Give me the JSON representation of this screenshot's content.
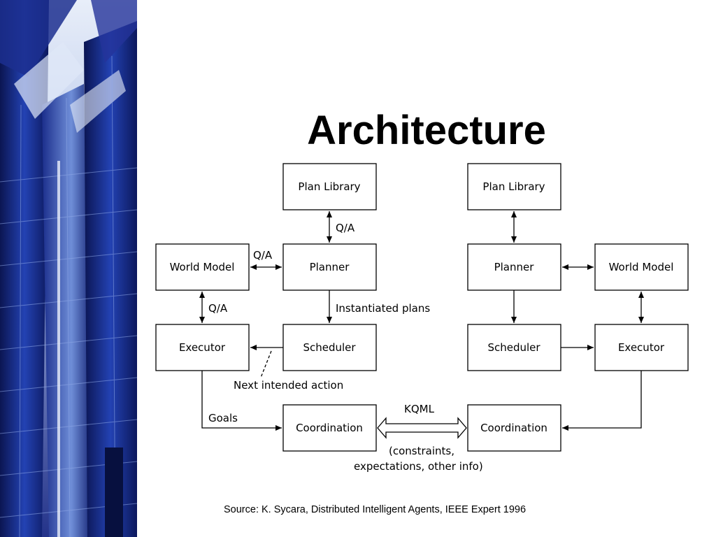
{
  "title": "Architecture",
  "source": "Source: K. Sycara, Distributed Intelligent Agents, IEEE Expert 1996",
  "diagram": {
    "agent_a": {
      "plan_library": "Plan Library",
      "world_model": "World Model",
      "planner": "Planner",
      "executor": "Executor",
      "scheduler": "Scheduler",
      "coordination": "Coordination"
    },
    "agent_b": {
      "plan_library": "Plan Library",
      "planner": "Planner",
      "world_model": "World Model",
      "scheduler": "Scheduler",
      "executor": "Executor",
      "coordination": "Coordination"
    },
    "edge_labels": {
      "qa_library": "Q/A",
      "qa_world": "Q/A",
      "qa_executor": "Q/A",
      "instantiated_plans": "Instantiated plans",
      "next_intended_action": "Next intended action",
      "goals": "Goals",
      "kqml": "KQML",
      "constraints_line1": "(constraints,",
      "constraints_line2": "expectations, other info)"
    }
  },
  "colors": {
    "side_dark": "#0a1450",
    "side_mid": "#1e3aa8",
    "side_light": "#dfe8f8"
  }
}
